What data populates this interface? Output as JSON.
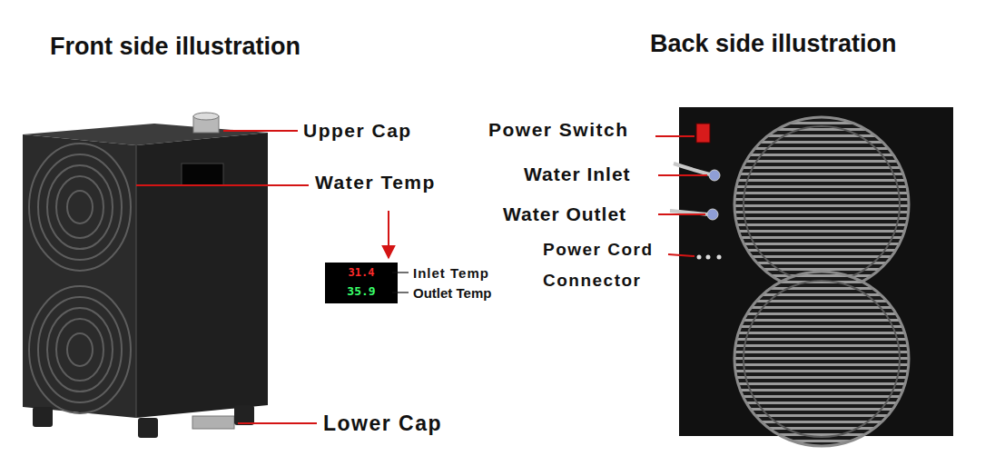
{
  "diagram": {
    "labels": [
      "Front side illustration",
      "Back side illustration",
      "Upper Cap",
      "Water Temp",
      "31.4",
      "35.9",
      "Inlet Temp",
      "Outlet Temp",
      "Lower Cap",
      "Power Switch",
      "Water Inlet",
      "Water Outlet",
      "Power Cord Connector"
    ]
  }
}
